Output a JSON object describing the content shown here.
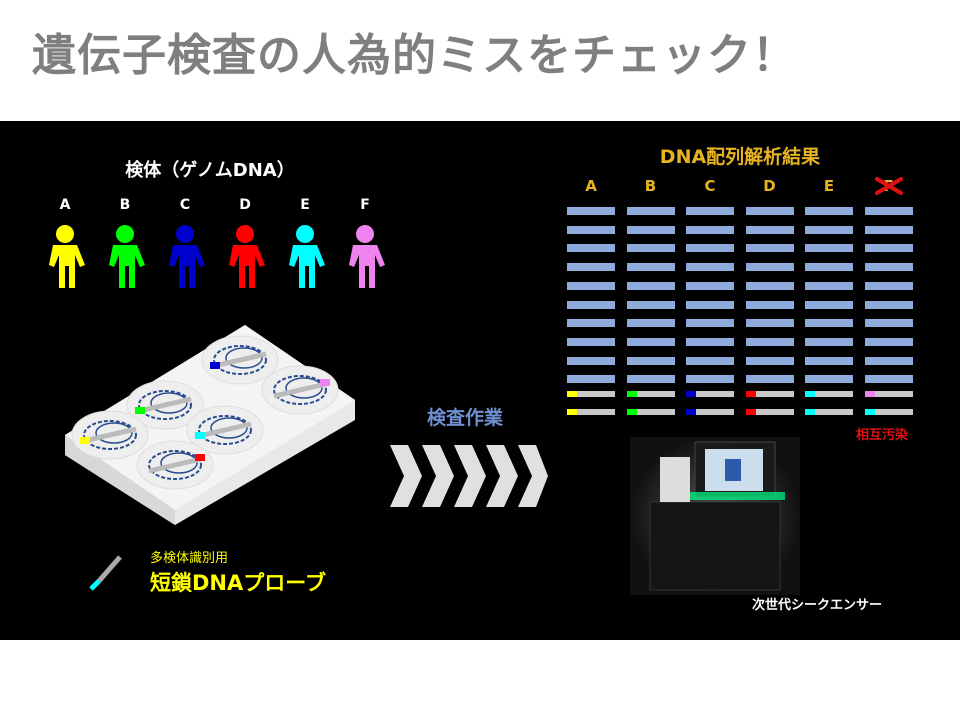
{
  "title": "遺伝子検査の人為的ミスをチェック！",
  "samples": {
    "heading": "検体（ゲノムDNA）",
    "items": [
      {
        "label": "A",
        "color": "#ffff00"
      },
      {
        "label": "B",
        "color": "#00ff00"
      },
      {
        "label": "C",
        "color": "#0000cc"
      },
      {
        "label": "D",
        "color": "#ff0000"
      },
      {
        "label": "E",
        "color": "#00ffff"
      },
      {
        "label": "F",
        "color": "#ee82ee"
      }
    ]
  },
  "process_label": "検査作業",
  "probe_legend": {
    "line1": "多検体識別用",
    "line2": "短鎖DNAプローブ"
  },
  "results": {
    "heading": "DNA配列解析結果",
    "columns": [
      "A",
      "B",
      "C",
      "D",
      "E",
      "F"
    ],
    "band_rows": 10,
    "probe_rows": [
      [
        "#ffff00",
        "#00ff00",
        "#0000cc",
        "#ff0000",
        "#00ffff",
        "#ee82ee"
      ],
      [
        "#ffff00",
        "#00ff00",
        "#0000cc",
        "#ff0000",
        "#00ffff",
        "#00ffff"
      ]
    ],
    "rejected_column": "F",
    "note": "相互汚染"
  },
  "sequencer_label": "次世代シークエンサー",
  "colors": {
    "band": "#8eaadb",
    "heading": "#e6b422",
    "process": "#6f8fcf",
    "alert": "#e01010"
  }
}
